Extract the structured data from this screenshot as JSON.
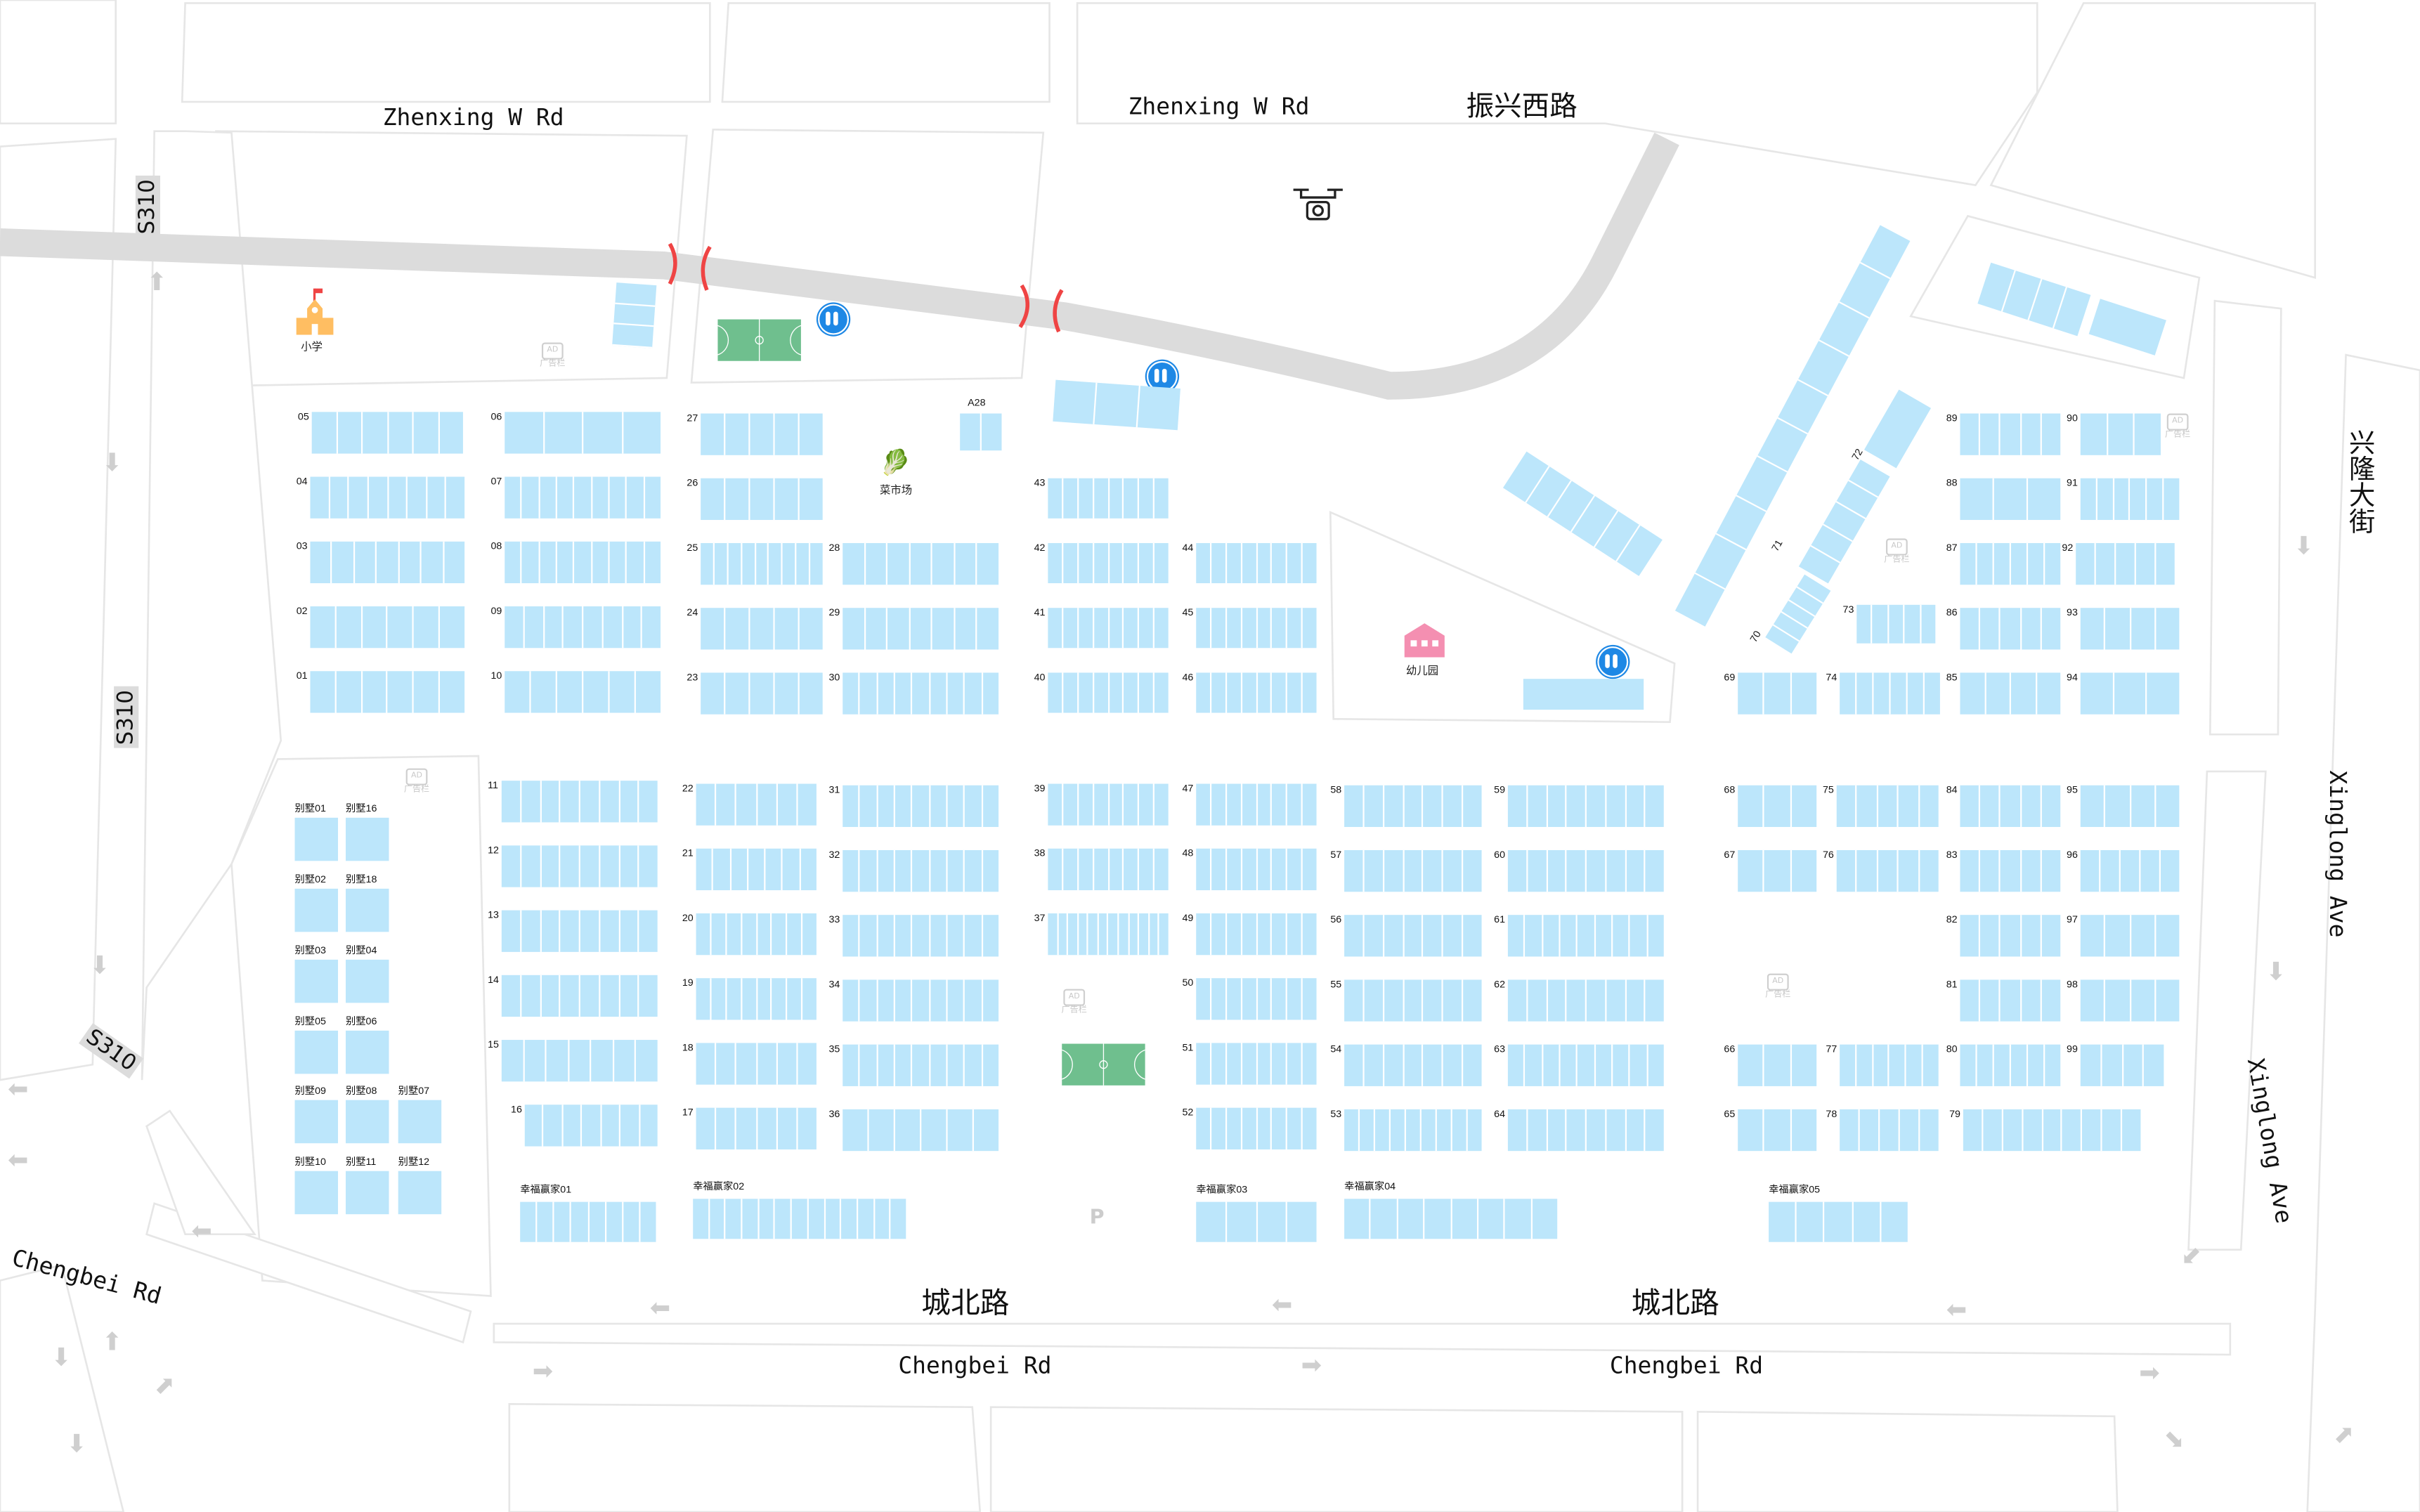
{
  "roads": {
    "zhenxing_en_1": "Zhenxing W Rd",
    "zhenxing_en_2": "Zhenxing W Rd",
    "zhenxing_cn": "振兴西路",
    "s310_1": "S310",
    "s310_2": "S310",
    "s310_3": "S310",
    "xinglong_cn": "兴隆大街",
    "xinglong_en_1": "Xinglong Ave",
    "xinglong_en_2": "Xinglong Ave",
    "chengbei_cn_1": "城北路",
    "chengbei_cn_2": "城北路",
    "chengbei_en_1": "Chengbei Rd",
    "chengbei_en_2": "Chengbei Rd",
    "chengbei_en_3": "Chengbei Rd"
  },
  "pois": {
    "school": "小学",
    "market": "菜市场",
    "kindergarten": "幼儿园",
    "parking": "P",
    "ad_board_label": "广告栏",
    "ad_board_icon": "AD"
  },
  "colors": {
    "building": "#bce6fb",
    "court": "#6fbf8e",
    "toilet": "#1e88e5",
    "barrier": "#ef4444",
    "road": "#dcdcdc"
  },
  "blocks": [
    {
      "id": "05",
      "cells": 6
    },
    {
      "id": "04",
      "cells": 8
    },
    {
      "id": "03",
      "cells": 7
    },
    {
      "id": "02",
      "cells": 6
    },
    {
      "id": "01",
      "cells": 6
    },
    {
      "id": "06",
      "cells": 4
    },
    {
      "id": "07",
      "cells": 9
    },
    {
      "id": "08",
      "cells": 9
    },
    {
      "id": "09",
      "cells": 8
    },
    {
      "id": "10",
      "cells": 6
    },
    {
      "id": "27",
      "cells": 5
    },
    {
      "id": "26",
      "cells": 5
    },
    {
      "id": "25",
      "cells": 9
    },
    {
      "id": "24",
      "cells": 5
    },
    {
      "id": "23",
      "cells": 5
    },
    {
      "id": "28",
      "cells": 7
    },
    {
      "id": "29",
      "cells": 7
    },
    {
      "id": "30",
      "cells": 9
    },
    {
      "id": "A28",
      "cells": 2
    },
    {
      "id": "43",
      "cells": 8
    },
    {
      "id": "42",
      "cells": 8
    },
    {
      "id": "41",
      "cells": 8
    },
    {
      "id": "40",
      "cells": 8
    },
    {
      "id": "44",
      "cells": 8
    },
    {
      "id": "45",
      "cells": 8
    },
    {
      "id": "46",
      "cells": 8
    },
    {
      "id": "11",
      "cells": 8
    },
    {
      "id": "12",
      "cells": 8
    },
    {
      "id": "13",
      "cells": 8
    },
    {
      "id": "14",
      "cells": 8
    },
    {
      "id": "15",
      "cells": 7
    },
    {
      "id": "16",
      "cells": 7
    },
    {
      "id": "22",
      "cells": 6
    },
    {
      "id": "21",
      "cells": 7
    },
    {
      "id": "20",
      "cells": 8
    },
    {
      "id": "19",
      "cells": 8
    },
    {
      "id": "18",
      "cells": 6
    },
    {
      "id": "17",
      "cells": 6
    },
    {
      "id": "31",
      "cells": 9
    },
    {
      "id": "32",
      "cells": 9
    },
    {
      "id": "33",
      "cells": 9
    },
    {
      "id": "34",
      "cells": 9
    },
    {
      "id": "35",
      "cells": 9
    },
    {
      "id": "36",
      "cells": 6
    },
    {
      "id": "39",
      "cells": 8
    },
    {
      "id": "38",
      "cells": 8
    },
    {
      "id": "37",
      "cells": 12
    },
    {
      "id": "47",
      "cells": 8
    },
    {
      "id": "48",
      "cells": 8
    },
    {
      "id": "49",
      "cells": 8
    },
    {
      "id": "50",
      "cells": 8
    },
    {
      "id": "51",
      "cells": 8
    },
    {
      "id": "52",
      "cells": 8
    },
    {
      "id": "58",
      "cells": 7
    },
    {
      "id": "57",
      "cells": 7
    },
    {
      "id": "56",
      "cells": 7
    },
    {
      "id": "55",
      "cells": 7
    },
    {
      "id": "54",
      "cells": 7
    },
    {
      "id": "53",
      "cells": 9
    },
    {
      "id": "59",
      "cells": 8
    },
    {
      "id": "60",
      "cells": 8
    },
    {
      "id": "61",
      "cells": 9
    },
    {
      "id": "62",
      "cells": 8
    },
    {
      "id": "63",
      "cells": 9
    },
    {
      "id": "64",
      "cells": 8
    },
    {
      "id": "68",
      "cells": 3
    },
    {
      "id": "67",
      "cells": 3
    },
    {
      "id": "66",
      "cells": 3
    },
    {
      "id": "65",
      "cells": 3
    },
    {
      "id": "75",
      "cells": 5
    },
    {
      "id": "76",
      "cells": 5
    },
    {
      "id": "77",
      "cells": 6
    },
    {
      "id": "78",
      "cells": 5
    },
    {
      "id": "84",
      "cells": 5
    },
    {
      "id": "83",
      "cells": 5
    },
    {
      "id": "82",
      "cells": 5
    },
    {
      "id": "81",
      "cells": 5
    },
    {
      "id": "80",
      "cells": 6
    },
    {
      "id": "79",
      "cells": 9
    },
    {
      "id": "95",
      "cells": 4
    },
    {
      "id": "96",
      "cells": 5
    },
    {
      "id": "97",
      "cells": 4
    },
    {
      "id": "98",
      "cells": 4
    },
    {
      "id": "99",
      "cells": 4
    },
    {
      "id": "89",
      "cells": 5
    },
    {
      "id": "88",
      "cells": 3
    },
    {
      "id": "87",
      "cells": 6
    },
    {
      "id": "86",
      "cells": 5
    },
    {
      "id": "85",
      "cells": 4
    },
    {
      "id": "90",
      "cells": 3
    },
    {
      "id": "91",
      "cells": 6
    },
    {
      "id": "92",
      "cells": 5
    },
    {
      "id": "93",
      "cells": 4
    },
    {
      "id": "94",
      "cells": 3
    },
    {
      "id": "69",
      "cells": 3
    },
    {
      "id": "74",
      "cells": 6
    },
    {
      "id": "73",
      "cells": 5
    },
    {
      "id": "70",
      "cells": 5
    },
    {
      "id": "71",
      "cells": 5
    },
    {
      "id": "72",
      "cells": 1
    }
  ],
  "villas": [
    "别墅01",
    "别墅16",
    "别墅02",
    "别墅18",
    "别墅03",
    "别墅04",
    "别墅05",
    "别墅06",
    "别墅09",
    "别墅08",
    "别墅07",
    "别墅10",
    "别墅11",
    "别墅12"
  ],
  "xingfu": [
    {
      "id": "幸福赢家01",
      "cells": 8
    },
    {
      "id": "幸福赢家02",
      "cells": 13
    },
    {
      "id": "幸福赢家03",
      "cells": 4
    },
    {
      "id": "幸福赢家04",
      "cells": 8
    },
    {
      "id": "幸福赢家05",
      "cells": 5
    }
  ]
}
